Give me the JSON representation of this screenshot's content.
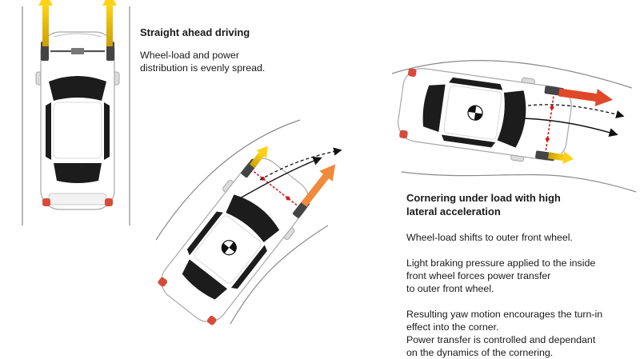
{
  "straight": {
    "heading": "Straight ahead driving",
    "line1": "Wheel-load and power",
    "line2": "distribution is evenly spread."
  },
  "cornering": {
    "heading_line1": "Cornering under load with high",
    "heading_line2": "lateral acceleration",
    "p1": "Wheel-load shifts to outer front wheel.",
    "p2_line1": "Light braking pressure applied to the inside",
    "p2_line2": "front wheel forces power transfer",
    "p2_line3": "to outer front wheel.",
    "p3_line1": "Resulting yaw motion encourages the turn-in",
    "p3_line2": "effect into the corner.",
    "p3_line3": "Power transfer is controlled and dependant",
    "p3_line4": "on the dynamics of the cornering."
  },
  "colors": {
    "power_arrow_yellow": "#f2c200",
    "power_arrow_orange": "#f08a3c",
    "power_arrow_red": "#e0482a",
    "brake_marker": "#d02020",
    "car_body": "#ffffff",
    "glass": "#1c1c1c",
    "road_line": "#8a8a8a"
  }
}
